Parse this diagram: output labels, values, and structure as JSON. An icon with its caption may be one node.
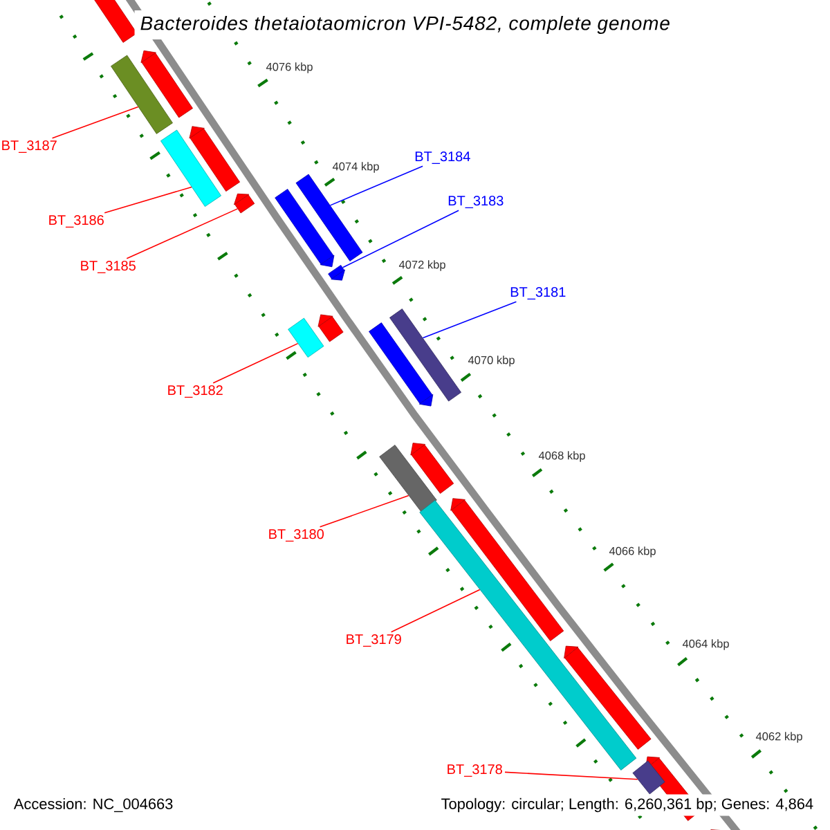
{
  "diagram": {
    "title": "Bacteroides thetaiotaomicron VPI-5482, complete genome",
    "nodes": [
      {
        "text": [
          "BT_3187"
        ]
      },
      {
        "text": [
          "BT_3186"
        ]
      },
      {
        "text": [
          "BT_3185"
        ]
      },
      {
        "text": [
          "BT_3184"
        ]
      },
      {
        "text": [
          "BT_3183"
        ]
      },
      {
        "text": [
          "BT_3182"
        ]
      },
      {
        "text": [
          "BT_3181"
        ]
      },
      {
        "text": [
          "BT_3180"
        ]
      },
      {
        "text": [
          "BT_3179"
        ]
      },
      {
        "text": [
          "BT_3178"
        ]
      },
      {
        "text": [],
        "shape": "bar"
      },
      {
        "text": [],
        "shape": "bar"
      },
      {
        "text": [],
        "shape": "bar"
      },
      {
        "text": [],
        "shape": "bar"
      },
      {
        "text": [],
        "shape": "bar"
      },
      {
        "text": [],
        "shape": "bar"
      },
      {
        "text": [],
        "shape": "bar"
      },
      {
        "text": [],
        "shape": "bar"
      },
      {
        "text": [],
        "shape": "bar"
      },
      {
        "text": [],
        "shape": "bar"
      }
    ],
    "edges": [
      {
        "from": 0,
        "to": 10,
        "arrow": "none"
      },
      {
        "from": 1,
        "to": 11,
        "arrow": "none"
      },
      {
        "from": 2,
        "to": 12,
        "arrow": "none"
      },
      {
        "from": 3,
        "to": 13,
        "arrow": "none",
        "color": "#0000ff"
      },
      {
        "from": 4,
        "to": 14,
        "arrow": "none",
        "color": "#0000ff"
      },
      {
        "from": 5,
        "to": 15,
        "arrow": "none"
      },
      {
        "from": 6,
        "to": 16,
        "arrow": "none",
        "color": "#0000ff"
      },
      {
        "from": 7,
        "to": 17,
        "arrow": "none"
      },
      {
        "from": 8,
        "to": 18,
        "arrow": "none"
      },
      {
        "from": 9,
        "to": 19,
        "arrow": "none"
      }
    ],
    "labels": [
      "4076 kbp",
      "4074 kbp",
      "4072 kbp",
      "4070 kbp",
      "4068 kbp",
      "4066 kbp",
      "4064 kbp",
      "4062 kbp",
      "Accession: NC_004663",
      "Topology: circular; Length: 6,260,361 bp; Genes: 4,864"
    ]
  }
}
